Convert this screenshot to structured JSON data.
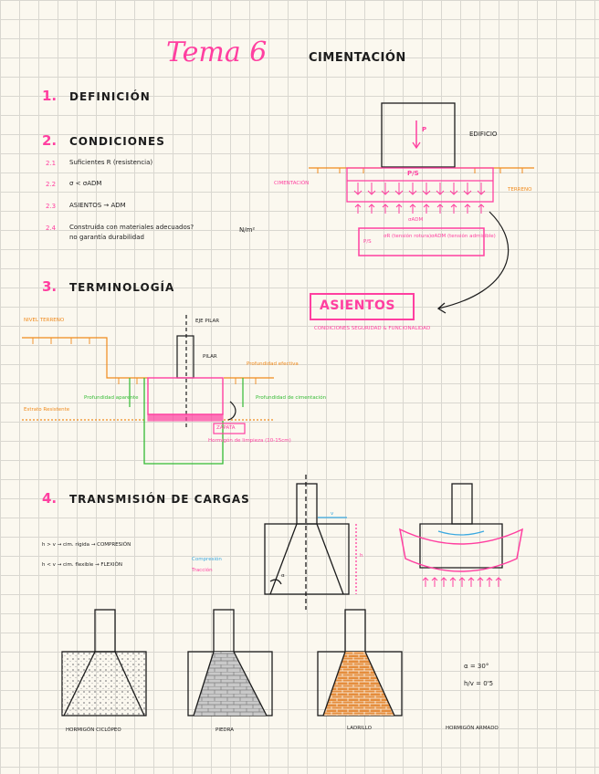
{
  "title": {
    "tema": "Tema 6",
    "main": "CIMENTACIÓN"
  },
  "sections": {
    "s1": {
      "num": "1.",
      "label": "DEFINICIÓN"
    },
    "s2": {
      "num": "2.",
      "label": "CONDICIONES"
    },
    "s3": {
      "num": "3.",
      "label": "TERMINOLOGÍA"
    },
    "s4": {
      "num": "4.",
      "label": "TRANSMISIÓN DE CARGAS"
    }
  },
  "conditions": [
    {
      "num": "2.1",
      "text": "Suficientes R (resistencia)"
    },
    {
      "num": "2.2",
      "text": "σ < σADM"
    },
    {
      "num": "2.3",
      "text": "ASIENTOS → ADM"
    },
    {
      "num": "2.4",
      "text": "Construida con materiales adecuados?"
    },
    {
      "num": "",
      "text": "no garantía durabilidad"
    }
  ],
  "units": "N/m²",
  "building_diagram": {
    "p_label": "P",
    "edificio": "EDIFICIO",
    "cimentacion": "CIMENTACIÓN",
    "terreno": "TERRENO",
    "ps_label": "P/S",
    "sigma_adm": "σADM",
    "formula_left": "P/S",
    "formula_mid": "σR (tensión rotura)",
    "formula_right": "σADM (tensión admisible)",
    "asientos": "ASIENTOS",
    "asientos_sub": "CONDICIONES SEGURIDAD & FUNCIONALIDAD"
  },
  "terminology": {
    "eje_pilar": "EJE PILAR",
    "pilar": "PILAR",
    "nivel_terreno": "NIVEL TERRENO",
    "prof_aparente": "Profundidad aparente",
    "prof_efectiva": "Profundidad efectiva",
    "prof_cimentacion": "Profundidad de cimentación",
    "estrato_resistente": "Estrato Resistente",
    "zapata": "ZAPATA",
    "hormigon_limpieza": "Hormigón de limpieza (10-15cm)"
  },
  "transmission": {
    "rigida": "h > v → cim. rígida → COMPRESIÓN",
    "flexible": "h < v → cim. flexible → FLEXIÓN",
    "compresion": "Compresión",
    "traccion": "Tracción",
    "v_label": "v",
    "h_label": "h",
    "alpha_label": "α"
  },
  "materials": [
    {
      "name": "HORMIGÓN CICLÓPEO"
    },
    {
      "name": "PIEDRA"
    },
    {
      "name": "LADRILLO"
    },
    {
      "name": "HORMIGÓN ARMADO"
    }
  ],
  "angle_note": {
    "alpha": "α = 30°",
    "ratio": "h/v = 0'5"
  },
  "colors": {
    "pink": "#ff3fa0",
    "orange": "#f08a1c",
    "green": "#33bb33",
    "blue": "#3aa8e0",
    "grid": "#d9d7d0",
    "paper": "#fbf8ef"
  }
}
